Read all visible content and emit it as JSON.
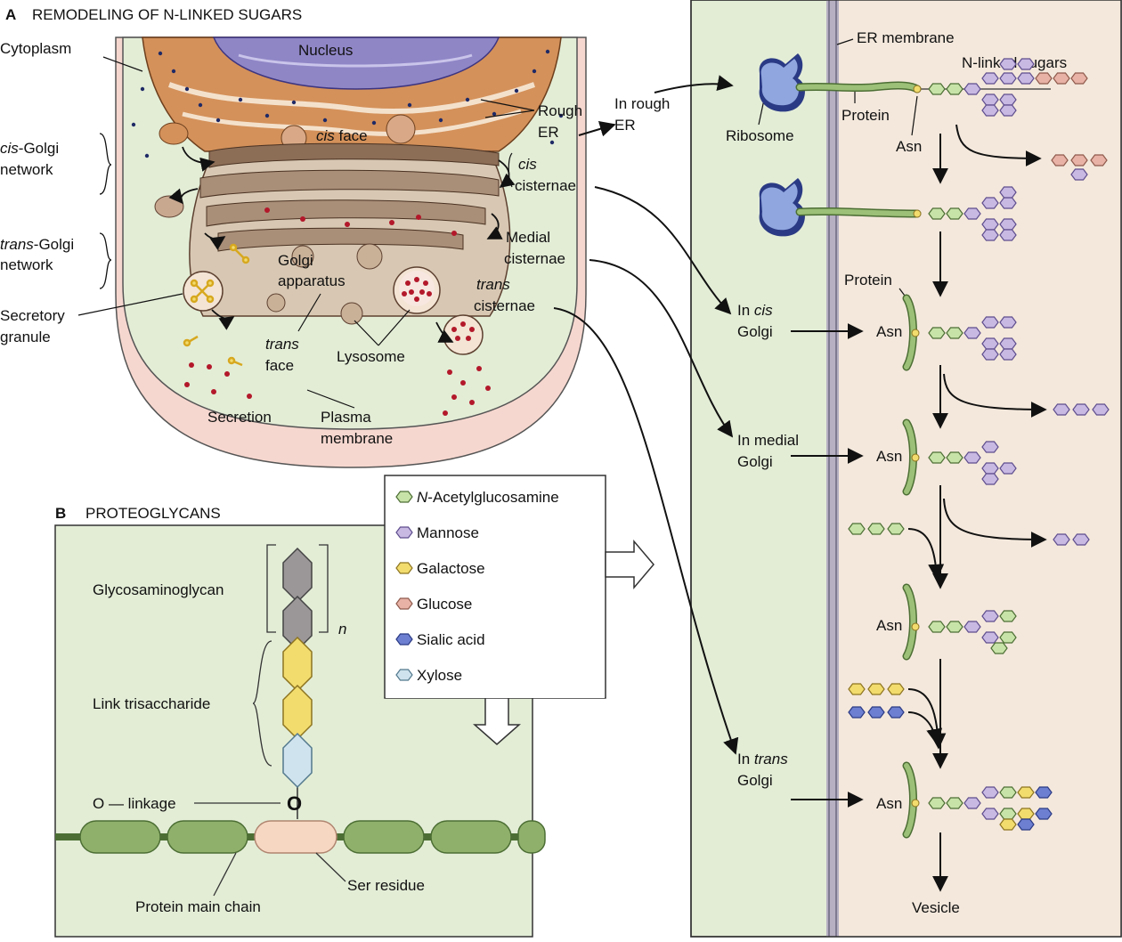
{
  "panel_a": {
    "letter": "A",
    "title": "REMODELING OF N-LINKED SUGARS",
    "cytoplasm": "Cytoplasm",
    "nucleus": "Nucleus",
    "rough_er_1": "Rough",
    "rough_er_2": "ER",
    "cis_face_it": "cis",
    "cis_face": " face",
    "cis_golgi_it": "cis",
    "cis_golgi_1": "-Golgi",
    "cis_golgi_2": "network",
    "trans_golgi_it": "trans",
    "trans_golgi_1": "-Golgi",
    "trans_golgi_2": "network",
    "cis_cist_it": "cis",
    "cis_cist_2": "cisternae",
    "medial_1": "Medial",
    "medial_2": "cisternae",
    "trans_cist_it": "trans",
    "trans_cist_2": "cisternae",
    "golgi_1": "Golgi",
    "golgi_2": "apparatus",
    "trans_face_it": "trans",
    "trans_face_2": "face",
    "lysosome": "Lysosome",
    "secretory_1": "Secretory",
    "secretory_2": "granule",
    "secretion": "Secretion",
    "plasma_1": "Plasma",
    "plasma_2": "membrane"
  },
  "panel_right": {
    "er_membrane": "ER membrane",
    "n_linked": "N-linked sugars",
    "ribosome": "Ribosome",
    "protein": "Protein",
    "asn": "Asn",
    "in_rough_1": "In rough",
    "in_rough_2": "ER",
    "protein_2": "Protein",
    "in_cis_1": "In ",
    "in_cis_it": "cis",
    "in_cis_2": "Golgi",
    "in_medial_1": "In medial",
    "in_medial_2": "Golgi",
    "in_trans_1": "In ",
    "in_trans_it": "trans",
    "in_trans_2": "Golgi",
    "vesicle": "Vesicle"
  },
  "legend": {
    "items": [
      {
        "label_it": "N",
        "label": "-Acetylglucosamine",
        "color": "#c8e3a8"
      },
      {
        "label_it": "",
        "label": "Mannose",
        "color": "#c8b9e3"
      },
      {
        "label_it": "",
        "label": "Galactose",
        "color": "#f2dc6e"
      },
      {
        "label_it": "",
        "label": "Glucose",
        "color": "#e8b2a6"
      },
      {
        "label_it": "",
        "label": "Sialic acid",
        "color": "#6c7fd0"
      },
      {
        "label_it": "",
        "label": "Xylose",
        "color": "#cfe3ee"
      }
    ]
  },
  "panel_b": {
    "letter": "B",
    "title": "PROTEOGLYCANS",
    "gag": "Glycosaminoglycan",
    "n": "n",
    "link": "Link trisaccharide",
    "o_linkage": "O — linkage",
    "o": "O",
    "ser": "Ser residue",
    "main_chain": "Protein main chain"
  },
  "colors": {
    "cyto_green": "#e3edd6",
    "er_orange": "#d4915a",
    "nucleus": "#8f86c6",
    "golgi": "#a98e78",
    "golgi_light": "#d8c8b3",
    "plasma": "#f6d7cf",
    "lysosome_red": "#b3182a",
    "ribosome": "#7f97d6",
    "protein_green": "#8fb06a",
    "membrane_grey": "#9a95a5",
    "lumen": "#f4e8dc"
  }
}
